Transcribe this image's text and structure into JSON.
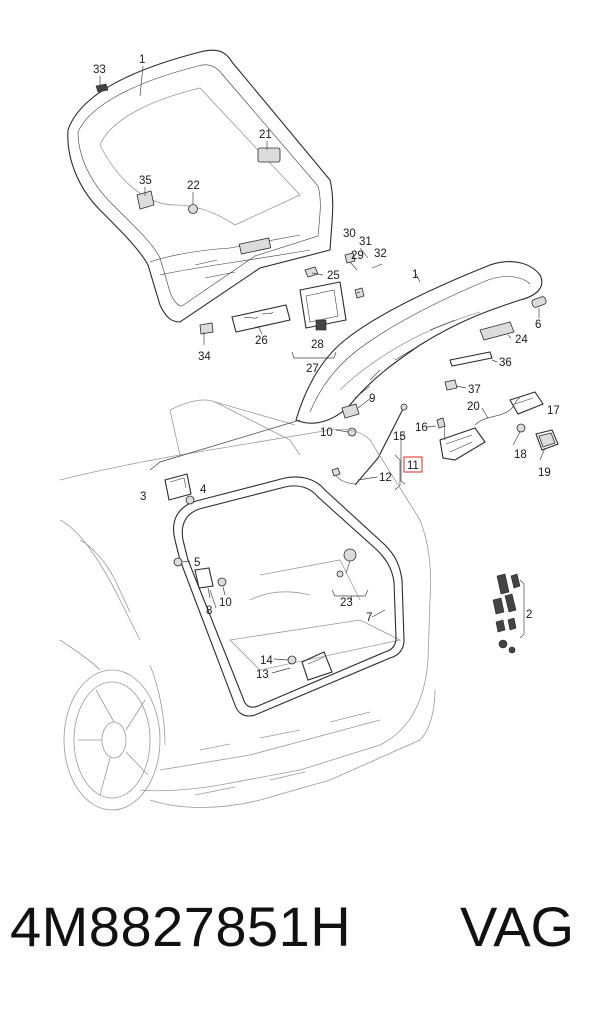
{
  "footer": {
    "part_number": "4M8827851H",
    "brand": "VAG"
  },
  "colors": {
    "line": "#2b2b2b",
    "highlight_box": "#e03a3a",
    "background": "#ffffff"
  },
  "callouts": [
    {
      "id": "c1",
      "text": "1"
    },
    {
      "id": "c1b",
      "text": "1"
    },
    {
      "id": "c2",
      "text": "2"
    },
    {
      "id": "c3",
      "text": "3"
    },
    {
      "id": "c4",
      "text": "4"
    },
    {
      "id": "c5",
      "text": "5"
    },
    {
      "id": "c6",
      "text": "6"
    },
    {
      "id": "c7",
      "text": "7"
    },
    {
      "id": "c8",
      "text": "8"
    },
    {
      "id": "c9",
      "text": "9"
    },
    {
      "id": "c10",
      "text": "10"
    },
    {
      "id": "c10b",
      "text": "10"
    },
    {
      "id": "c11",
      "text": "11",
      "highlight": true
    },
    {
      "id": "c12",
      "text": "12"
    },
    {
      "id": "c13",
      "text": "13"
    },
    {
      "id": "c14",
      "text": "14"
    },
    {
      "id": "c15",
      "text": "15"
    },
    {
      "id": "c16",
      "text": "16"
    },
    {
      "id": "c17",
      "text": "17"
    },
    {
      "id": "c18",
      "text": "18"
    },
    {
      "id": "c19",
      "text": "19"
    },
    {
      "id": "c20",
      "text": "20"
    },
    {
      "id": "c21",
      "text": "21"
    },
    {
      "id": "c22",
      "text": "22"
    },
    {
      "id": "c23",
      "text": "23"
    },
    {
      "id": "c24",
      "text": "24"
    },
    {
      "id": "c25",
      "text": "25"
    },
    {
      "id": "c26",
      "text": "26"
    },
    {
      "id": "c27",
      "text": "27"
    },
    {
      "id": "c28",
      "text": "28"
    },
    {
      "id": "c29",
      "text": "29"
    },
    {
      "id": "c30",
      "text": "30"
    },
    {
      "id": "c31",
      "text": "31"
    },
    {
      "id": "c32",
      "text": "32"
    },
    {
      "id": "c33",
      "text": "33"
    },
    {
      "id": "c34",
      "text": "34"
    },
    {
      "id": "c35",
      "text": "35"
    },
    {
      "id": "c36",
      "text": "36"
    },
    {
      "id": "c37",
      "text": "37"
    }
  ]
}
